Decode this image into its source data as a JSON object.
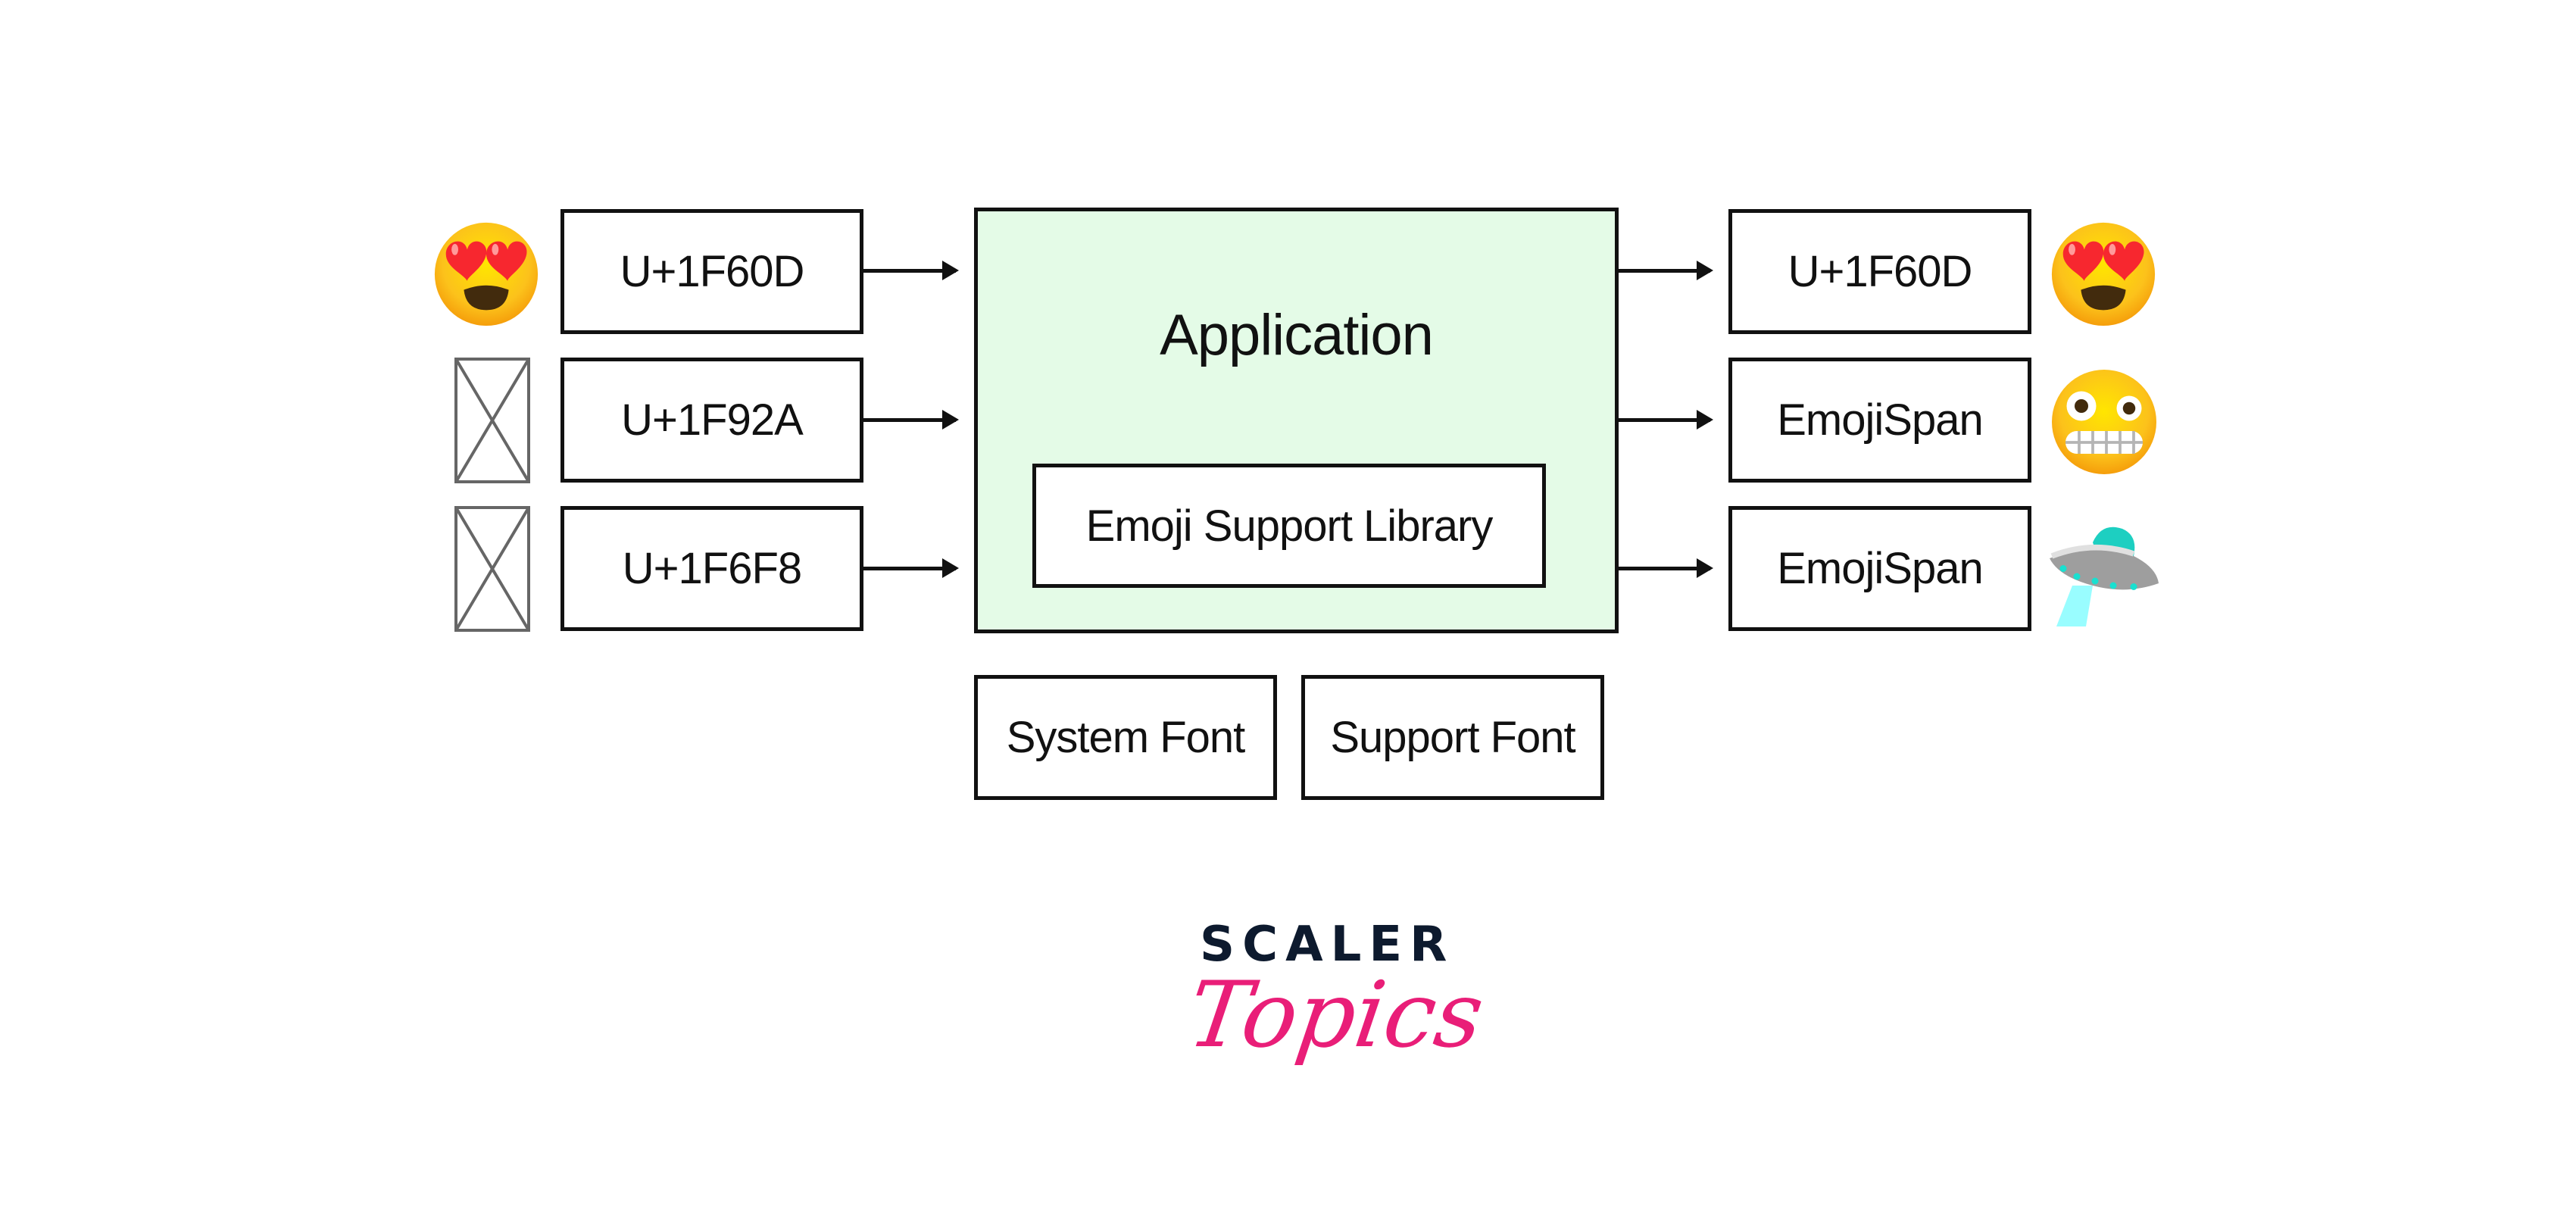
{
  "diagram": {
    "title": "Emoji rendering via Emoji Support Library",
    "inputs": [
      {
        "codepoint": "U+1F60D",
        "glyph_state": "rendered",
        "glyph_icon": "smiling-face-heart-eyes-emoji"
      },
      {
        "codepoint": "U+1F92A",
        "glyph_state": "missing",
        "glyph_icon": "missing-glyph-box"
      },
      {
        "codepoint": "U+1F6F8",
        "glyph_state": "missing",
        "glyph_icon": "missing-glyph-box"
      }
    ],
    "application": {
      "label": "Application",
      "inner_label": "Emoji Support Library",
      "fill_color": "#e4fbe7"
    },
    "outputs": [
      {
        "label": "U+1F60D",
        "glyph_icon": "smiling-face-heart-eyes-emoji"
      },
      {
        "label": "EmojiSpan",
        "glyph_icon": "grimacing-face-emoji"
      },
      {
        "label": "EmojiSpan",
        "glyph_icon": "flying-saucer-emoji"
      }
    ],
    "fonts": [
      {
        "label": "System Font"
      },
      {
        "label": "Support Font"
      }
    ]
  },
  "brand": {
    "line1": "SCALER",
    "line2": "Topics",
    "line1_color": "#0d1a2e",
    "line2_color": "#e91e78"
  }
}
